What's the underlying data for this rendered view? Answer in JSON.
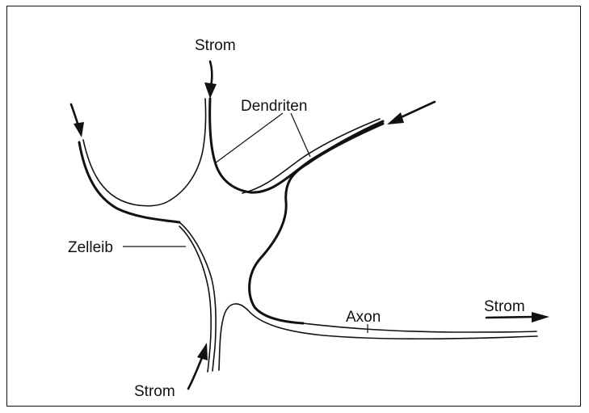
{
  "labels": {
    "strom_top": "Strom",
    "dendriten": "Dendriten",
    "zelleib": "Zelleib",
    "axon": "Axon",
    "strom_right": "Strom",
    "strom_bottom": "Strom"
  },
  "colors": {
    "ink": "#111111",
    "background": "#ffffff"
  }
}
